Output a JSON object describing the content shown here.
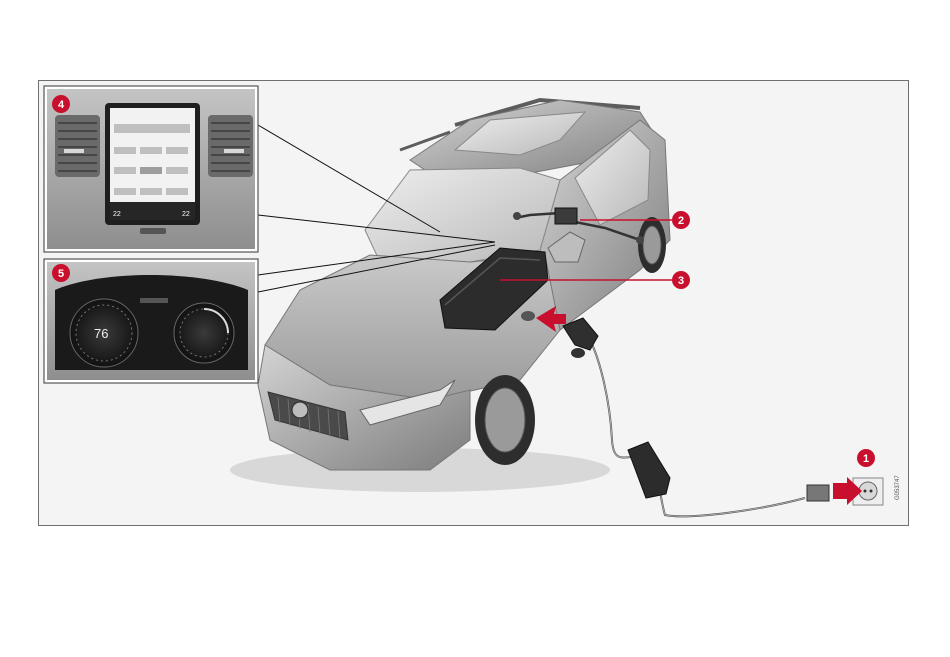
{
  "figure": {
    "image_code": "G053747",
    "accent_color": "#c8102e",
    "callouts": [
      {
        "id": "1",
        "label": "1"
      },
      {
        "id": "2",
        "label": "2"
      },
      {
        "id": "3",
        "label": "3"
      },
      {
        "id": "4",
        "label": "4"
      },
      {
        "id": "5",
        "label": "5"
      }
    ],
    "center_display": {
      "temp_left": "22",
      "temp_right": "22"
    },
    "driver_display": {
      "speed": "76"
    }
  }
}
